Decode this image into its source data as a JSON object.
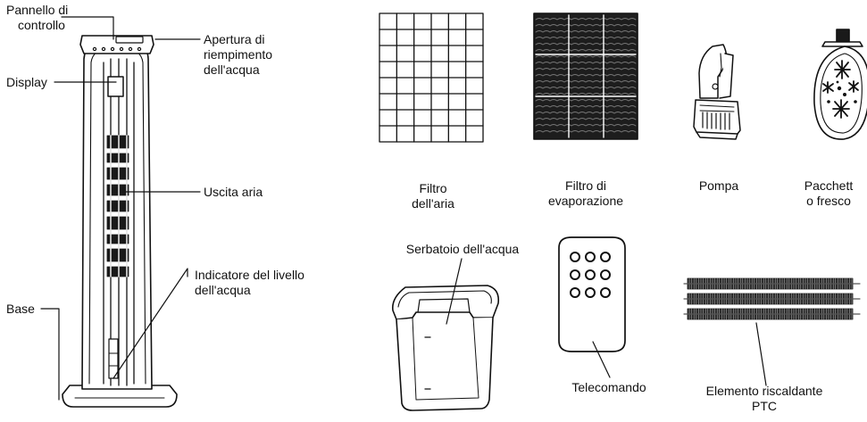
{
  "tower_labels": {
    "control_panel_1": "Pannello di",
    "control_panel_2": "controllo",
    "water_inlet_1": "Apertura di",
    "water_inlet_2": "riempimento",
    "water_inlet_3": "dell'acqua",
    "display": "Display",
    "air_outlet": "Uscita aria",
    "level_indicator_1": "Indicatore del livello",
    "level_indicator_2": "dell'acqua",
    "base": "Base"
  },
  "accessories": {
    "air_filter_1": "Filtro",
    "air_filter_2": "dell'aria",
    "evap_filter_1": "Filtro di",
    "evap_filter_2": "evaporazione",
    "pump": "Pompa",
    "cold_pack_1": "Pacchett",
    "cold_pack_2": "o fresco",
    "water_tank": "Serbatoio dell'acqua",
    "remote": "Telecomando",
    "ptc_1": "Elemento riscaldante",
    "ptc_2": "PTC"
  }
}
